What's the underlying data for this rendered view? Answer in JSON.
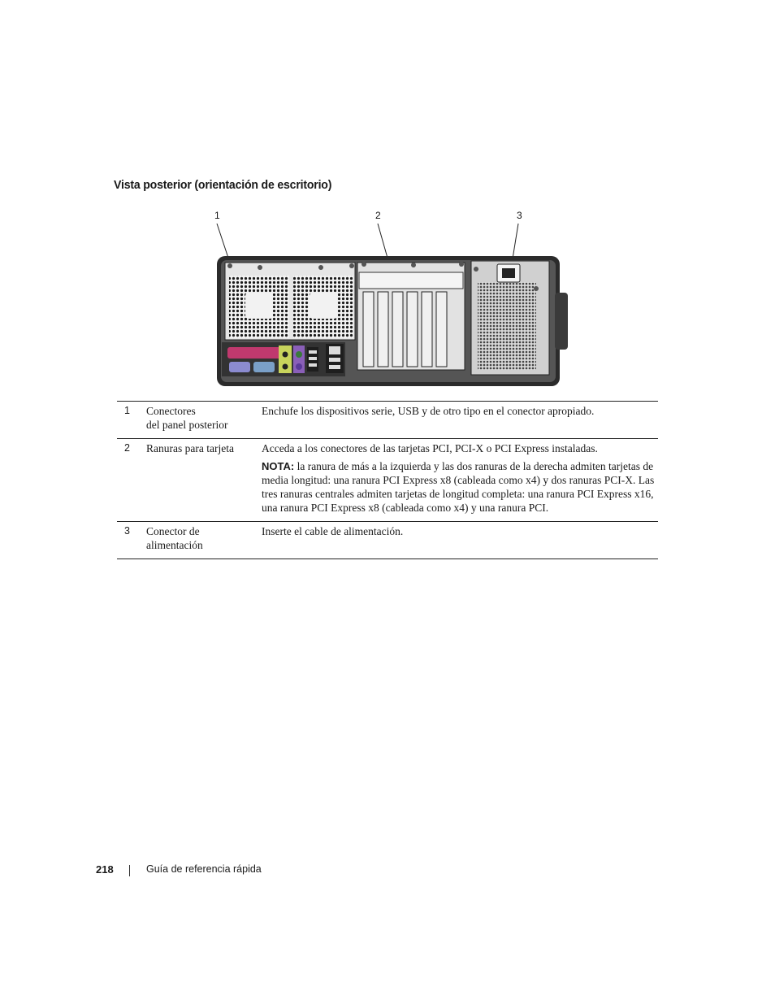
{
  "section": {
    "title": "Vista posterior (orientación de escritorio)"
  },
  "figure": {
    "callouts": [
      "1",
      "2",
      "3"
    ]
  },
  "legend": {
    "rows": [
      {
        "number": "1",
        "name_line1": "Conectores",
        "name_line2": "del panel posterior",
        "description": "Enchufe los dispositivos serie, USB y de otro tipo en el conector apropiado."
      },
      {
        "number": "2",
        "name_line1": "Ranuras para tarjeta",
        "description": "Acceda a los conectores de las tarjetas PCI, PCI-X o PCI Express instaladas.",
        "note_label": "NOTA:",
        "note_text": "la ranura de más a la izquierda y las dos ranuras de la derecha admiten tarjetas de media longitud: una ranura PCI Express x8 (cableada como x4) y dos ranuras PCI-X. Las tres ranuras centrales admiten tarjetas de longitud completa: una ranura PCI Express x16, una ranura PCI Express x8 (cableada como x4) y una ranura PCI."
      },
      {
        "number": "3",
        "name_line1": "Conector de",
        "name_line2": "alimentación",
        "description": "Inserte el cable de alimentación."
      }
    ]
  },
  "footer": {
    "page_number": "218",
    "doc_title": "Guía de referencia rápida"
  }
}
